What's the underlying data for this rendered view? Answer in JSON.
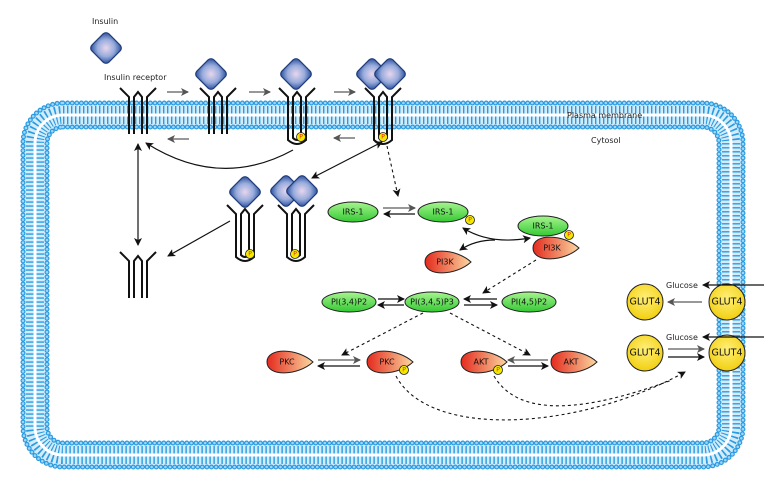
{
  "labels": {
    "insulin": "Insulin",
    "insulin_receptor": "Insulin receptor",
    "plasma_membrane": "Plasma membrane",
    "cytosol": "Cytosol",
    "glucose_1": "Glucose",
    "glucose_2": "Glucose"
  },
  "phosphate": "P",
  "molecules": {
    "irs1_a": "IRS-1",
    "irs1_b": "IRS-1",
    "irs1_c": "IRS-1",
    "pi3k_a": "PI3K",
    "pi3k_b": "PI3K",
    "pi34p2": "PI(3,4)P2",
    "pi345p3": "PI(3,4,5)P3",
    "pi45p2": "PI(4,5)P2",
    "pkc_a": "PKC",
    "pkc_b": "PKC",
    "akt_a": "AKT",
    "akt_b": "AKT",
    "glut4_a": "GLUT4",
    "glut4_b": "GLUT4",
    "glut4_c": "GLUT4",
    "glut4_d": "GLUT4"
  },
  "colors": {
    "membrane": "#2a9be0",
    "insulin": "#4a6fb5",
    "green_protein": "#4fd84a",
    "red_protein": "#e8402c",
    "glut4": "#f5d820",
    "phosphate": "#f5e800"
  }
}
